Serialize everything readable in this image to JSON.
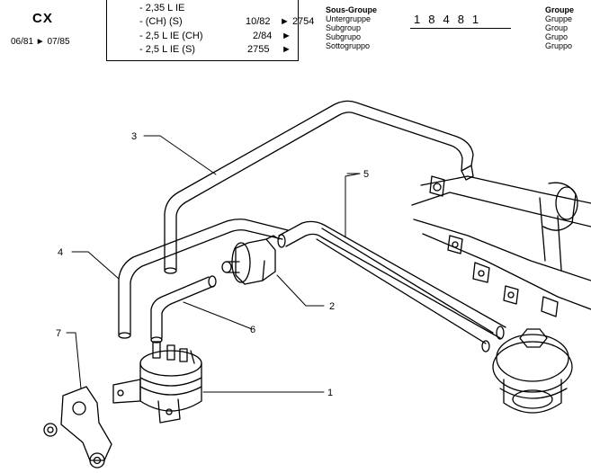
{
  "header": {
    "model": "CX",
    "dates": "06/81 ► 07/85",
    "engines": [
      {
        "text": "- 2,35 L IE",
        "code": "",
        "ref": ""
      },
      {
        "text": "- (CH) (S)",
        "code": "10/82",
        "ref": "► 2754"
      },
      {
        "text": "- 2,5 L IE (CH)",
        "code": "2/84",
        "ref": "►"
      },
      {
        "text": "- 2,5 L IE (S)",
        "code": "2755",
        "ref": "►"
      }
    ],
    "subgroup_labels": [
      "Sous-Groupe",
      "Untergruppe",
      "Subgroup",
      "Subgrupo",
      "Sottogruppo"
    ],
    "subgroup_number": "18481",
    "group_labels": [
      "Groupe",
      "Gruppe",
      "Group",
      "Grupo",
      "Gruppo"
    ]
  },
  "callouts": [
    {
      "id": "1",
      "label": "1"
    },
    {
      "id": "2",
      "label": "2"
    },
    {
      "id": "3",
      "label": "3"
    },
    {
      "id": "4",
      "label": "4"
    },
    {
      "id": "5",
      "label": "5"
    },
    {
      "id": "6",
      "label": "6"
    },
    {
      "id": "7",
      "label": "7"
    }
  ]
}
